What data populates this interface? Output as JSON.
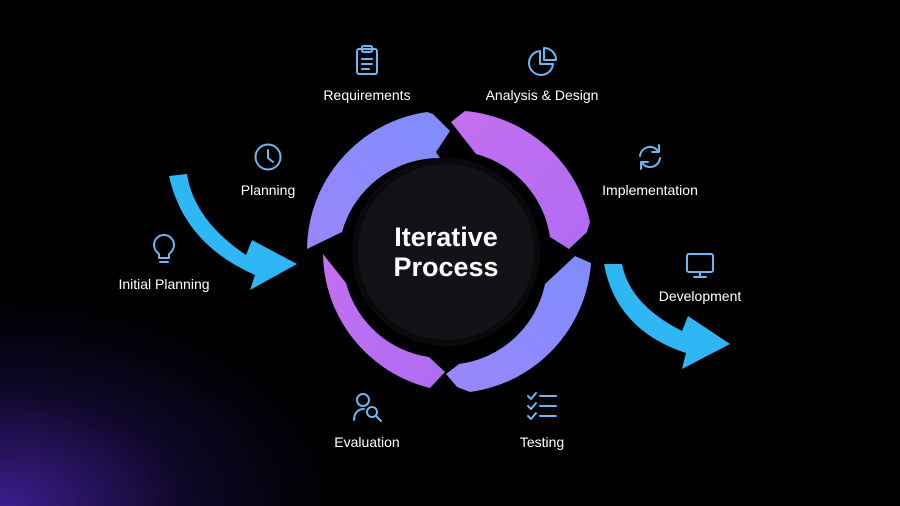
{
  "center": {
    "line1": "Iterative",
    "line2": "Process"
  },
  "stages": {
    "requirements": {
      "label": "Requirements",
      "icon": "clipboard-icon"
    },
    "analysis_design": {
      "label": "Analysis & Design",
      "icon": "pie-chart-icon"
    },
    "planning": {
      "label": "Planning",
      "icon": "clock-icon"
    },
    "implementation": {
      "label": "Implementation",
      "icon": "refresh-icon"
    },
    "initial_planning": {
      "label": "Initial Planning",
      "icon": "lightbulb-icon"
    },
    "development": {
      "label": "Development",
      "icon": "monitor-icon"
    },
    "evaluation": {
      "label": "Evaluation",
      "icon": "user-search-icon"
    },
    "testing": {
      "label": "Testing",
      "icon": "checklist-icon"
    }
  },
  "colors": {
    "blue_purple": "#8a8cfd",
    "violet": "#b56cf0",
    "cyan": "#2fb6f5",
    "icon_blue": "#6cb6f2",
    "center_fill": "#131216"
  }
}
